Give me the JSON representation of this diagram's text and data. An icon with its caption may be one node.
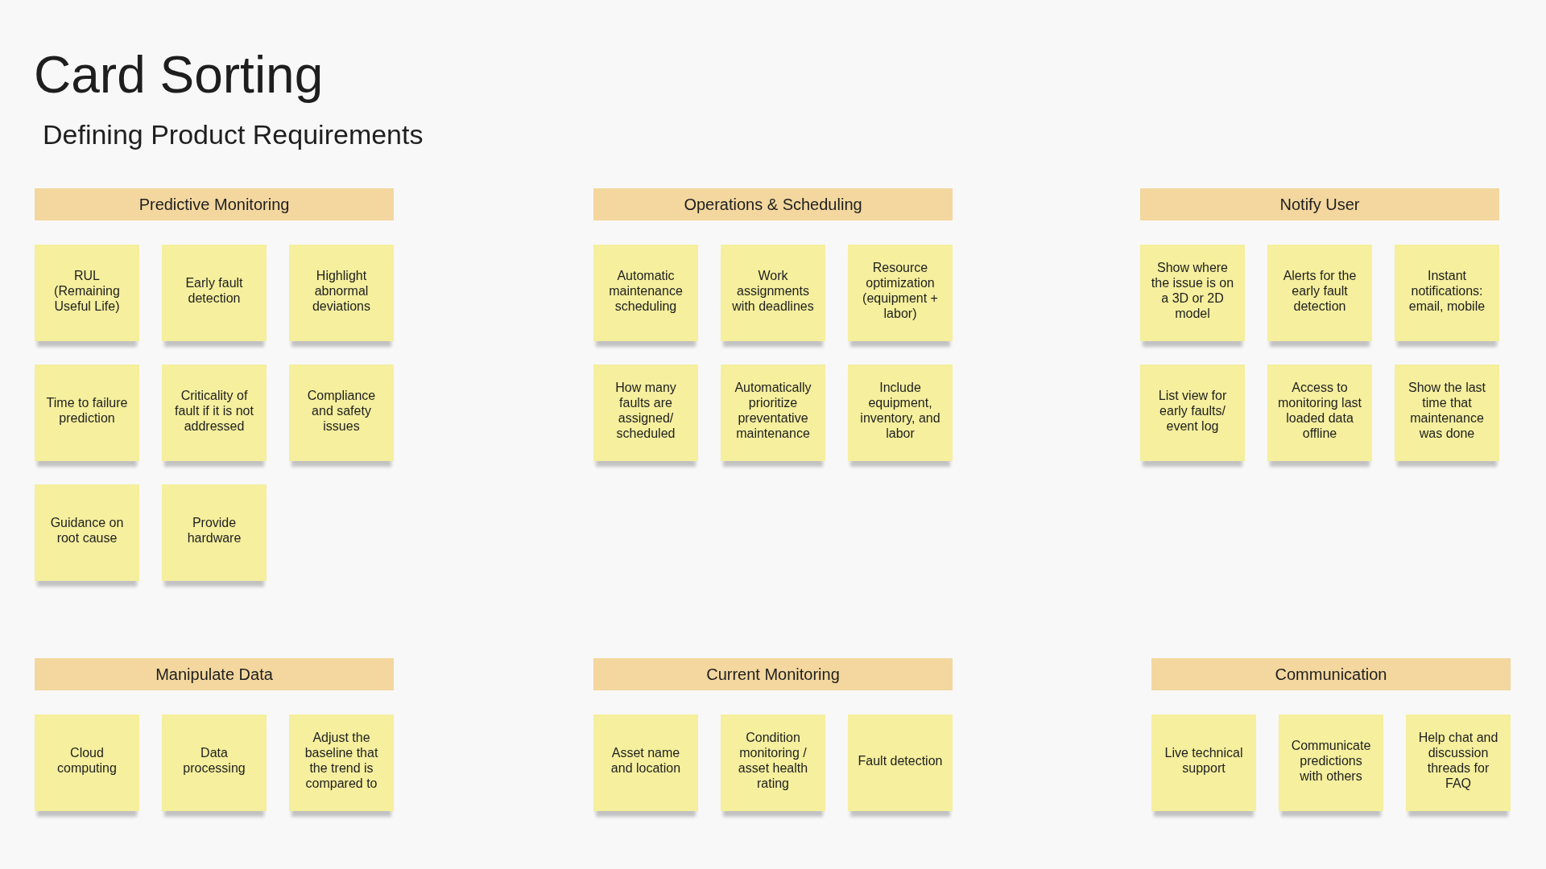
{
  "diagram": {
    "title": "Card Sorting",
    "nodes": [
      {
        "text": [
          "Predictive Monitoring"
        ]
      },
      {
        "text": [
          "RUL (Remaining Useful Life)"
        ]
      },
      {
        "text": [
          "Early fault detection"
        ]
      },
      {
        "text": [
          "Highlight abnormal deviations"
        ]
      },
      {
        "text": [
          "Time to failure prediction"
        ]
      },
      {
        "text": [
          "Criticality of fault if it is not addressed"
        ]
      },
      {
        "text": [
          "Compliance and safety issues"
        ]
      },
      {
        "text": [
          "Guidance on root cause"
        ]
      },
      {
        "text": [
          "Provide hardware"
        ]
      },
      {
        "text": [
          "Operations & Scheduling"
        ]
      },
      {
        "text": [
          "Automatic maintenance scheduling"
        ]
      },
      {
        "text": [
          "Work assignments with deadlines"
        ]
      },
      {
        "text": [
          "Resource optimization (equipment + labor)"
        ]
      },
      {
        "text": [
          "How many faults are assigned/ scheduled"
        ]
      },
      {
        "text": [
          "Automatically prioritize preventative maintenance"
        ]
      },
      {
        "text": [
          "Include equipment, inventory, and labor"
        ]
      },
      {
        "text": [
          "Notify User"
        ]
      },
      {
        "text": [
          "Show where the issue is on a 3D or 2D model"
        ]
      },
      {
        "text": [
          "Alerts for the early fault detection"
        ]
      },
      {
        "text": [
          "Instant notifications: email, mobile"
        ]
      },
      {
        "text": [
          "List view for early faults/ event log"
        ]
      },
      {
        "text": [
          "Access to monitoring last loaded data offline"
        ]
      },
      {
        "text": [
          "Show the last time that maintenance was done"
        ]
      },
      {
        "text": [
          "Manipulate Data"
        ]
      },
      {
        "text": [
          "Cloud computing"
        ]
      },
      {
        "text": [
          "Data processing"
        ]
      },
      {
        "text": [
          "Adjust the baseline that the trend is compared to"
        ]
      },
      {
        "text": [
          "Current Monitoring"
        ]
      },
      {
        "text": [
          "Asset name and location"
        ]
      },
      {
        "text": [
          "Condition monitoring / asset health rating"
        ]
      },
      {
        "text": [
          "Fault detection"
        ]
      },
      {
        "text": [
          "Communication"
        ]
      },
      {
        "text": [
          "Live technical support"
        ]
      },
      {
        "text": [
          "Communicate predictions with others"
        ]
      },
      {
        "text": [
          "Help chat and discussion threads for FAQ"
        ]
      }
    ],
    "labels": [
      "Defining Product Requirements"
    ]
  }
}
